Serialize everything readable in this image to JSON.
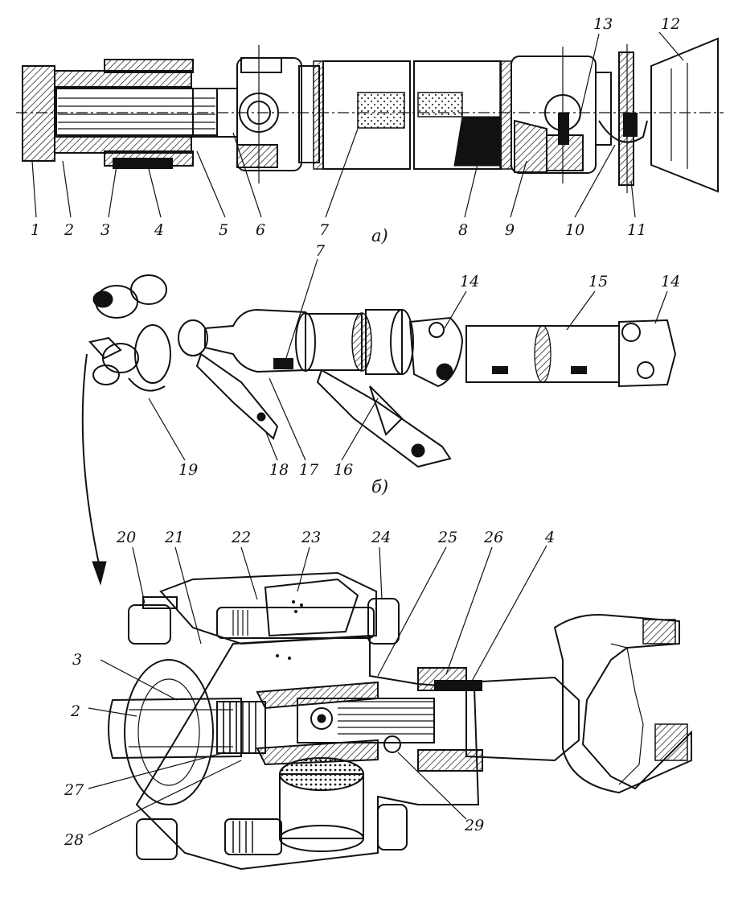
{
  "view_a": {
    "caption": "а)",
    "labels": [
      "1",
      "2",
      "3",
      "4",
      "5",
      "6",
      "7",
      "8",
      "9",
      "10",
      "11",
      "12",
      "13"
    ]
  },
  "view_b": {
    "caption": "б)",
    "labels": [
      "14",
      "14",
      "15",
      "16",
      "17",
      "18",
      "19",
      "7"
    ]
  },
  "view_c": {
    "labels": [
      "20",
      "21",
      "22",
      "23",
      "24",
      "25",
      "26",
      "4",
      "3",
      "2",
      "27",
      "28",
      "29"
    ]
  }
}
